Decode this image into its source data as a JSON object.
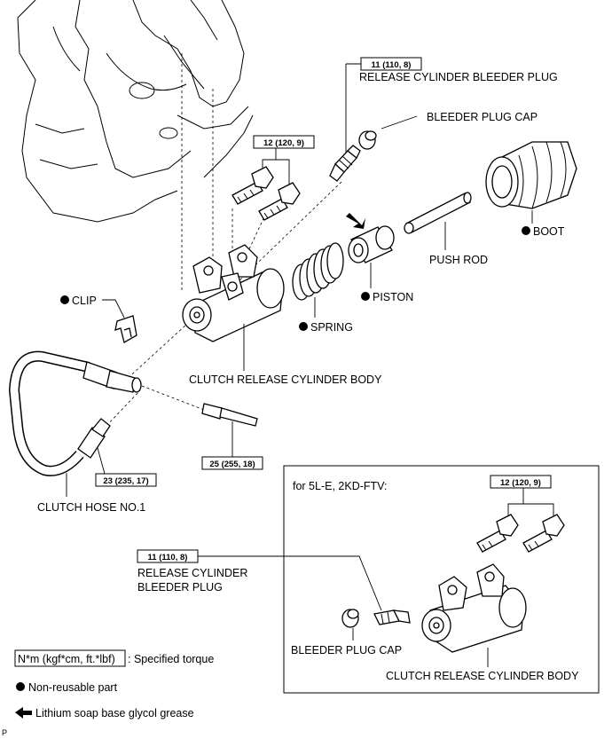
{
  "torques": {
    "bleeder_plug": "11 (110, 8)",
    "bolts": "12 (120, 9)",
    "hose_union": "23 (235, 17)",
    "line_nut": "25 (255, 18)",
    "inset_bolts": "12 (120, 9)",
    "inset_bleeder": "11 (110, 8)"
  },
  "labels": {
    "release_bleeder_plug": "RELEASE CYLINDER BLEEDER PLUG",
    "bleeder_plug_cap": "BLEEDER PLUG CAP",
    "boot": "BOOT",
    "push_rod": "PUSH ROD",
    "piston": "PISTON",
    "spring": "SPRING",
    "clip": "CLIP",
    "cylinder_body": "CLUTCH RELEASE CYLINDER BODY",
    "clutch_hose": "CLUTCH HOSE NO.1"
  },
  "inset": {
    "title": "for 5L-E, 2KD-FTV:",
    "bleeder_line1": "RELEASE CYLINDER",
    "bleeder_line2": "BLEEDER PLUG",
    "bleeder_cap": "BLEEDER PLUG CAP",
    "cylinder_body": "CLUTCH RELEASE CYLINDER BODY"
  },
  "legend": {
    "torque_unit": "N*m (kgf*cm, ft.*lbf)",
    "torque_desc": ": Specified torque",
    "non_reusable": "Non-reusable part",
    "grease": "Lithium soap base glycol grease"
  },
  "corner_mark": "P"
}
